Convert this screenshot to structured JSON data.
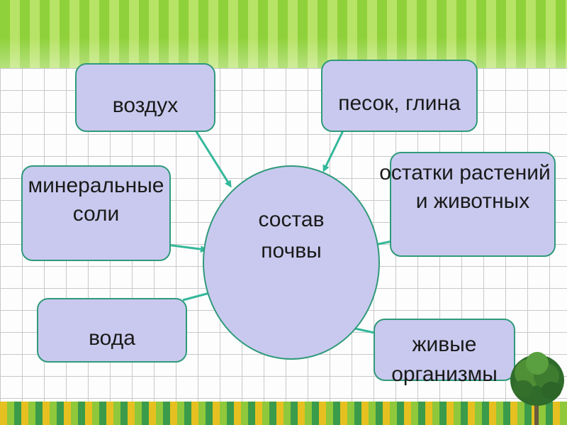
{
  "center": {
    "line1": "состав",
    "line2": "почвы"
  },
  "components": {
    "air": "воздух",
    "sand_clay": "песок, глина",
    "minerals_line1": "минеральные",
    "minerals_line2": "соли",
    "remains_line1": "остатки растений",
    "remains_line2": "и животных",
    "water": "вода",
    "organisms_line1": "живые",
    "organisms_line2": "организмы"
  },
  "colors": {
    "box_fill": "#c9c9ef",
    "box_border": "#2f9a7a",
    "arrow": "#33b89a"
  }
}
